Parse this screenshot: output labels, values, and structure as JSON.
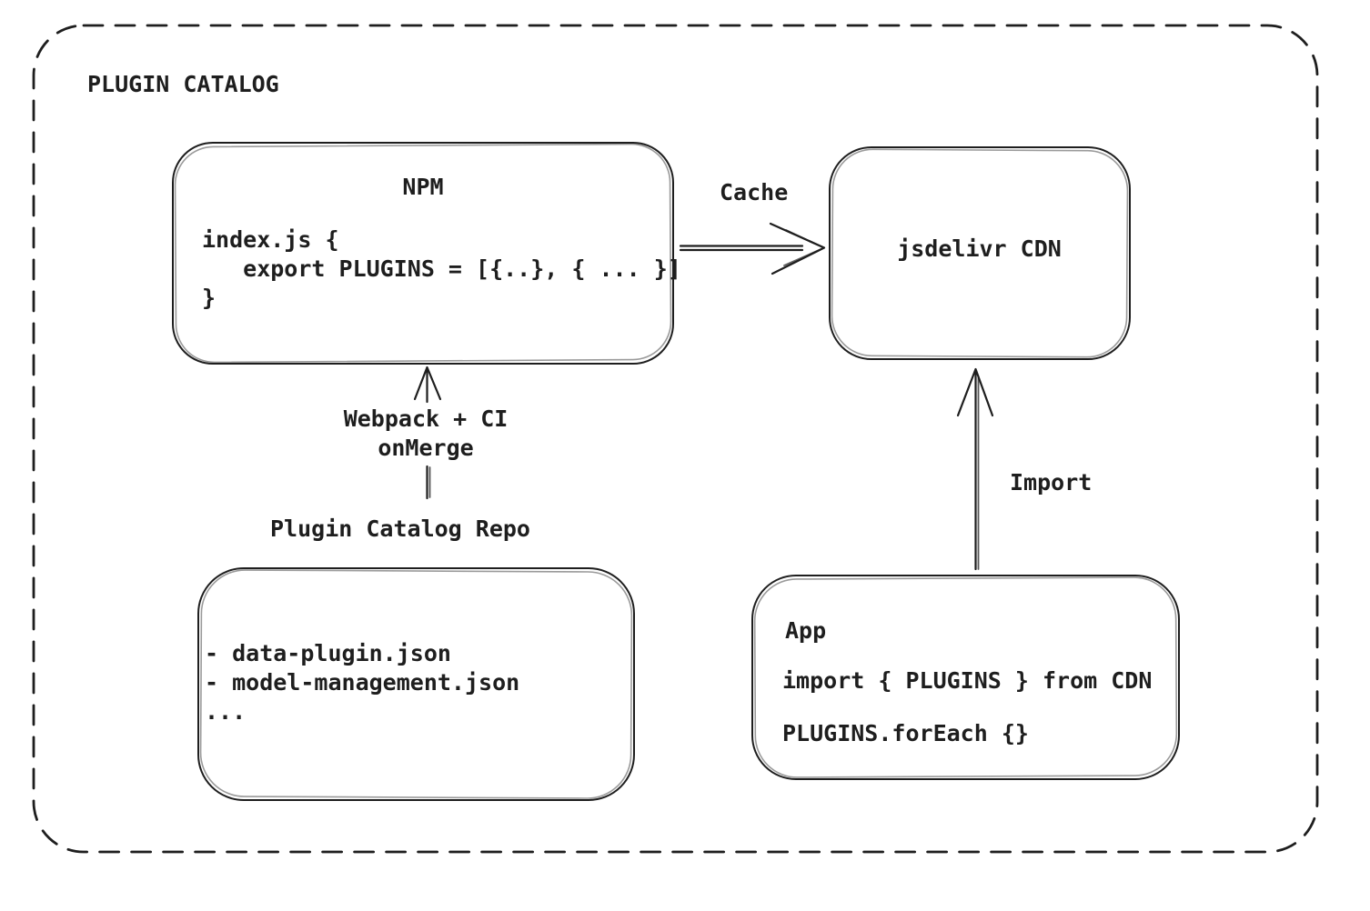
{
  "canvas": {
    "background": "#ffffff",
    "stroke_color": "#1e1e1e"
  },
  "frame": {
    "title": "PLUGIN CATALOG"
  },
  "nodes": {
    "npm": {
      "title": "NPM",
      "code": "index.js {\n   export PLUGINS = [{..}, { ... }]\n}"
    },
    "cdn": {
      "title": "jsdelivr CDN"
    },
    "repo": {
      "title": "Plugin Catalog Repo",
      "files": "- data-plugin.json\n- model-management.json\n..."
    },
    "app": {
      "title": "App",
      "code_import": "import { PLUGINS } from CDN",
      "code_foreach": "PLUGINS.forEach {}"
    }
  },
  "edges": {
    "cache": {
      "label": "Cache",
      "from": "NPM",
      "to": "jsdelivr CDN"
    },
    "build": {
      "label": "Webpack + CI\nonMerge",
      "from": "Plugin Catalog Repo",
      "to": "NPM"
    },
    "import": {
      "label": "Import",
      "from": "App",
      "to": "jsdelivr CDN"
    }
  }
}
